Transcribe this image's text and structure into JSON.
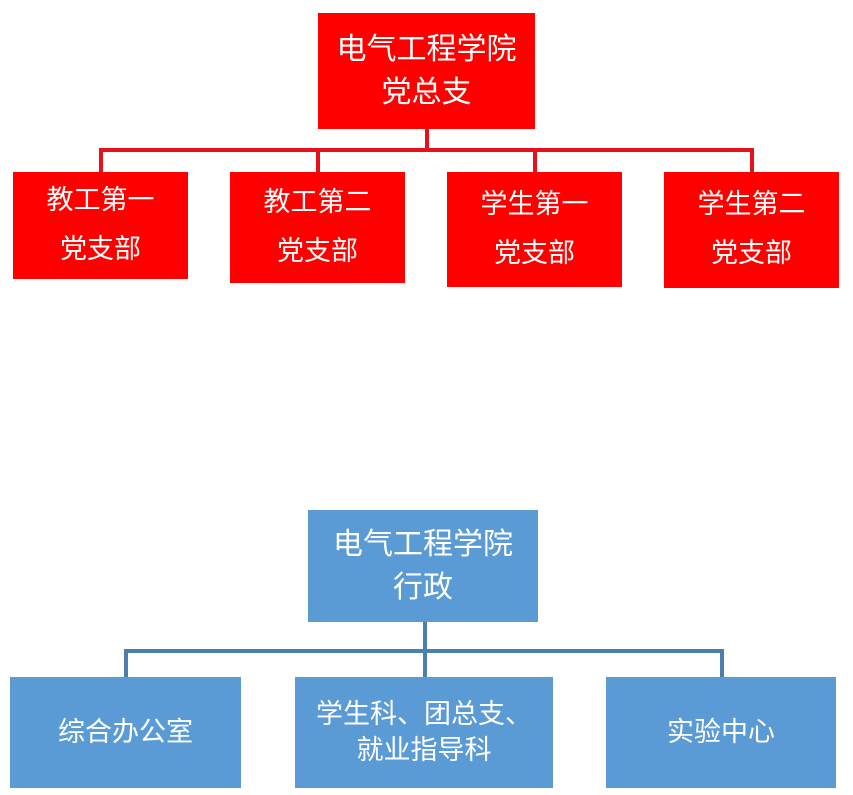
{
  "party": {
    "root": {
      "line1": "电气工程学院",
      "line2": "党总支"
    },
    "children": [
      {
        "line1": "教工第一",
        "line2": "党支部"
      },
      {
        "line1": "教工第二",
        "line2": "党支部"
      },
      {
        "line1": "学生第一",
        "line2": "党支部"
      },
      {
        "line1": "学生第二",
        "line2": "党支部"
      }
    ],
    "color": "#fe0000"
  },
  "admin": {
    "root": {
      "line1": "电气工程学院",
      "line2": "行政"
    },
    "children": [
      {
        "line1": "综合办公室"
      },
      {
        "line1": "学生科、团总支、",
        "line2": "就业指导科"
      },
      {
        "line1": "实验中心"
      }
    ],
    "color": "#5b9bd5"
  }
}
